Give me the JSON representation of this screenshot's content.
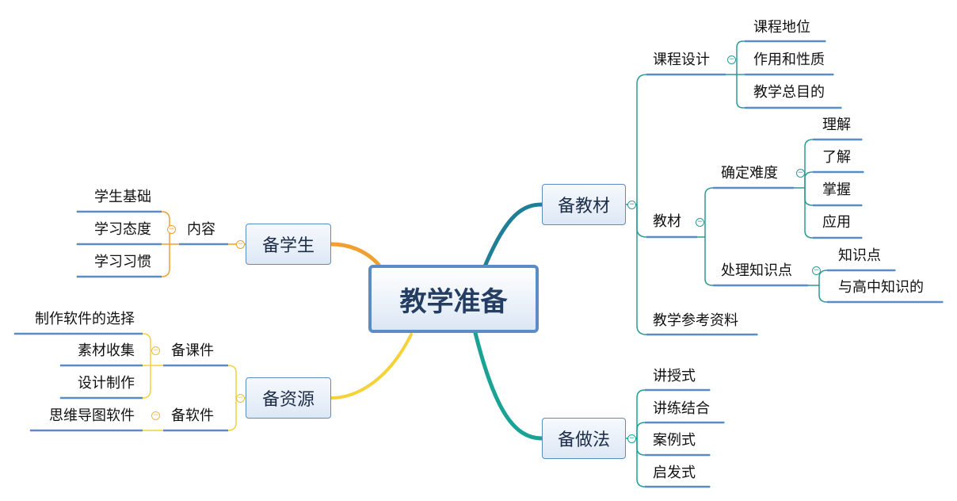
{
  "root": "教学准备",
  "branches": {
    "jiaocai": {
      "label": "备教材",
      "kecheng": {
        "label": "课程设计",
        "items": [
          "课程地位",
          "作用和性质",
          "教学总目的"
        ]
      },
      "jiaocai_sub": {
        "label": "教材",
        "nandu": {
          "label": "确定难度",
          "items": [
            "理解",
            "了解",
            "掌握",
            "应用"
          ]
        },
        "zhishi": {
          "label": "处理知识点",
          "items": [
            "知识点",
            "与高中知识的"
          ]
        }
      },
      "cankao": "教学参考资料"
    },
    "zuofa": {
      "label": "备做法",
      "items": [
        "讲授式",
        "讲练结合",
        "案例式",
        "启发式"
      ]
    },
    "xuesheng": {
      "label": "备学生",
      "neirong": {
        "label": "内容",
        "items": [
          "学生基础",
          "学习态度",
          "学习习惯"
        ]
      }
    },
    "ziyuan": {
      "label": "备资源",
      "kejian": {
        "label": "备课件",
        "items": [
          "制作软件的选择",
          "素材收集",
          "设计制作"
        ]
      },
      "ruanjian": {
        "label": "备软件",
        "items": [
          "思维导图软件"
        ]
      }
    }
  },
  "colors": {
    "teal": "#2e9a95",
    "deep_teal": "#1f7f96",
    "orange": "#f0a030",
    "yellow": "#f3d23a",
    "underline": "#5b8cc6"
  },
  "collapse_icon": "minus-circle-icon"
}
